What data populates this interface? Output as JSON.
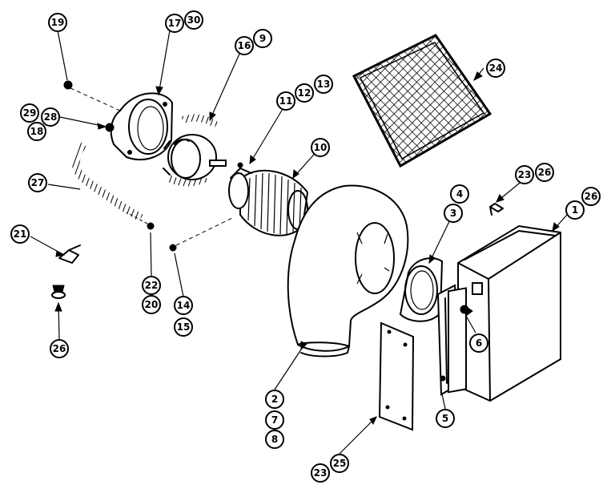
{
  "labels": {
    "l19": "19",
    "l17": "17",
    "l30": "30",
    "l16": "16",
    "l9": "9",
    "l29": "29",
    "l28": "28",
    "l18": "18",
    "l11": "11",
    "l12": "12",
    "l13": "13",
    "l10": "10",
    "l24": "24",
    "l27": "27",
    "l21": "21",
    "l22": "22",
    "l20": "20",
    "l14": "14",
    "l15": "15",
    "l26a": "26",
    "l4": "4",
    "l3": "3",
    "l23a": "23",
    "l26b": "26",
    "l1": "1",
    "l26c": "26",
    "l6": "6",
    "l5": "5",
    "l2": "2",
    "l7": "7",
    "l8": "8",
    "l23b": "23",
    "l25": "25"
  }
}
